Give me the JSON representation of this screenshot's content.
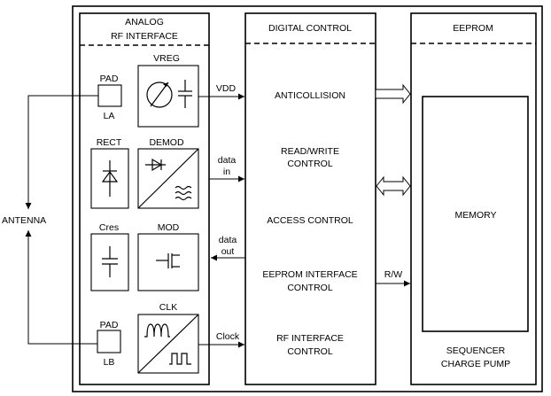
{
  "outer": {
    "left_block_title": [
      "ANALOG",
      "RF INTERFACE"
    ],
    "middle_block_title": "DIGITAL CONTROL",
    "right_block_title": "EEPROM"
  },
  "antenna_label": "ANTENNA",
  "analog_components": {
    "pad_top": "PAD",
    "pad_top_sub": "LA",
    "vreg": "VREG",
    "rect": "RECT",
    "demod": "DEMOD",
    "cres": "Cres",
    "mod": "MOD",
    "pad_bottom": "PAD",
    "pad_bottom_sub": "LB",
    "clk": "CLK"
  },
  "signals": {
    "vdd": "VDD",
    "data_in": [
      "data",
      "in"
    ],
    "data_out": [
      "data",
      "out"
    ],
    "clock": "Clock",
    "rw": "R/W"
  },
  "digital_functions": [
    [
      "ANTICOLLISION"
    ],
    [
      "READ/WRITE",
      "CONTROL"
    ],
    [
      "ACCESS CONTROL"
    ],
    [
      "EEPROM INTERFACE",
      "CONTROL"
    ],
    [
      "RF INTERFACE",
      "CONTROL"
    ]
  ],
  "eeprom": {
    "memory": "MEMORY",
    "footer": [
      "SEQUENCER",
      "CHARGE PUMP"
    ]
  }
}
